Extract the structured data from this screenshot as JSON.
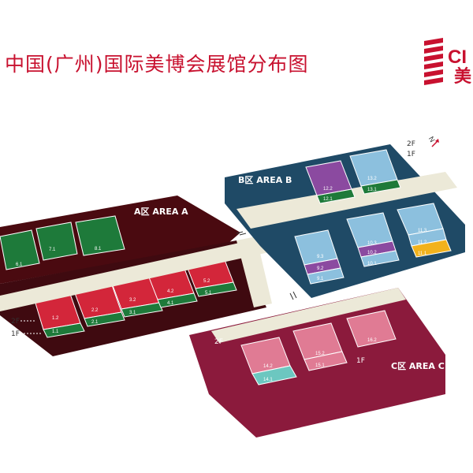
{
  "title": "中国(广州)国际美博会展馆分布图",
  "logo": {
    "text": "CI",
    "text_cn": "美"
  },
  "compass": "N",
  "colors": {
    "red": "#c8112f",
    "areaA": "#4a0a10",
    "areaB": "#1f4a66",
    "areaC": "#8b1a3c"
  },
  "areas": [
    {
      "id": "A",
      "label": "A区 AREA A",
      "floors": {
        "upper": "2F",
        "lower": "1F"
      },
      "halls": [
        "6.1",
        "7.1",
        "8.1",
        "1.2",
        "1.1",
        "2.2",
        "2.1",
        "3.2",
        "3.1",
        "4.2",
        "4.1",
        "5.2",
        "5.1"
      ]
    },
    {
      "id": "B",
      "label": "B区 AREA B",
      "floors": {
        "upper": "2F",
        "lower": "1F"
      },
      "halls": [
        "12.2",
        "12.1",
        "13.2",
        "13.1",
        "9.3",
        "9.2",
        "9.1",
        "10.3",
        "10.2",
        "10.1",
        "11.3",
        "11.2",
        "11.1"
      ]
    },
    {
      "id": "C",
      "label": "C区 AREA C",
      "floors": {
        "upper": "2F",
        "lower": "1F"
      },
      "halls": [
        "14.2",
        "14.1",
        "15.2",
        "15.1",
        "16.2"
      ]
    }
  ]
}
